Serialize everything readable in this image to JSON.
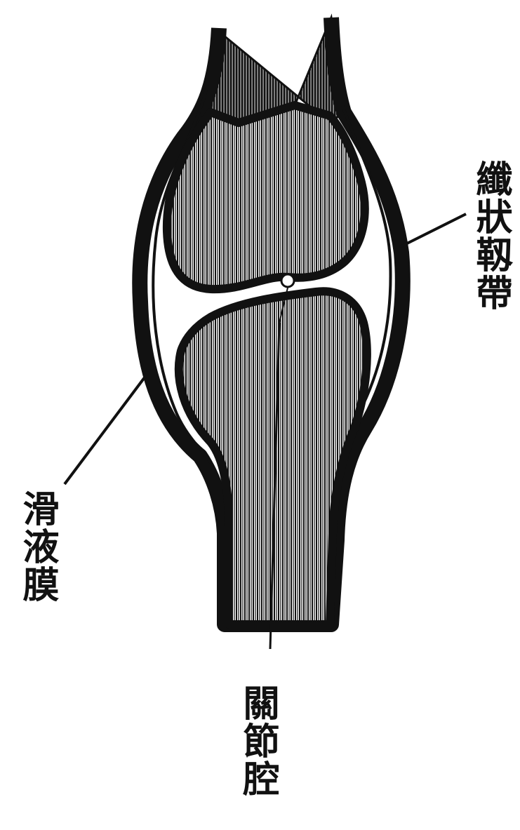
{
  "diagram": {
    "labels": {
      "fibrous_capsule": "纖狀靱帶",
      "synovial_membrane": "滑液膜",
      "joint_cavity": "關節腔"
    },
    "colors": {
      "ink": "#111111",
      "paper": "#ffffff"
    }
  }
}
